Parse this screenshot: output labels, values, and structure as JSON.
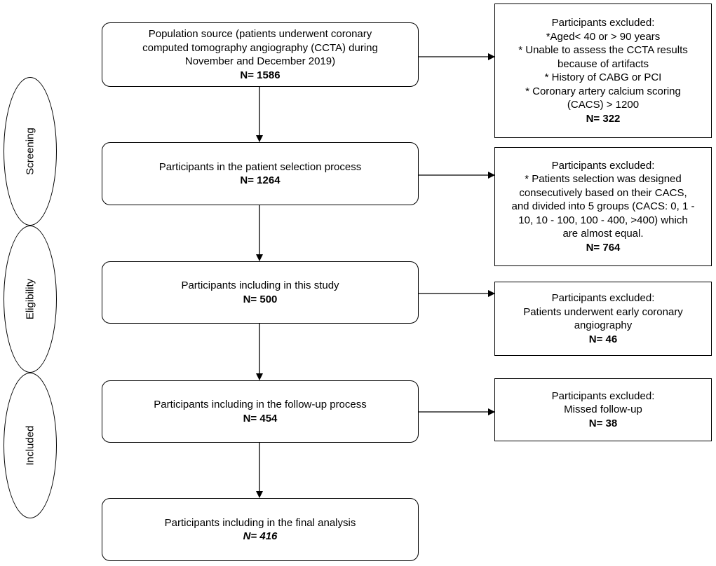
{
  "stages": [
    "Screening",
    "Eligibility",
    "Included"
  ],
  "main_boxes": [
    {
      "lines": [
        "Population source (patients underwent coronary",
        "computed tomography angiography (CCTA) during",
        "November and December 2019)"
      ],
      "count": "N= 1586"
    },
    {
      "lines": [
        "Participants in the patient selection process"
      ],
      "count": "N= 1264"
    },
    {
      "lines": [
        "Participants including in this study"
      ],
      "count": "N= 500"
    },
    {
      "lines": [
        "Participants including in the follow-up process"
      ],
      "count": "N= 454"
    },
    {
      "lines": [
        "Participants including in the final analysis"
      ],
      "count": "N= 416"
    }
  ],
  "exclusion_boxes": [
    {
      "lines": [
        "Participants excluded:",
        "*Aged< 40 or > 90 years",
        "* Unable to assess the CCTA results",
        "because of artifacts",
        "* History of CABG or PCI",
        "* Coronary artery calcium scoring",
        "(CACS) > 1200"
      ],
      "count": "N= 322"
    },
    {
      "lines": [
        "Participants excluded:",
        "* Patients selection was designed",
        "consecutively based on their CACS,",
        "and divided into 5 groups (CACS: 0, 1 -",
        "10, 10 - 100, 100 - 400, >400) which",
        "are almost equal."
      ],
      "count": "N= 764"
    },
    {
      "lines": [
        "Participants excluded:",
        "Patients underwent early coronary",
        "angiography"
      ],
      "count": "N= 46"
    },
    {
      "lines": [
        "Participants excluded:",
        "Missed follow-up"
      ],
      "count": "N= 38"
    }
  ]
}
